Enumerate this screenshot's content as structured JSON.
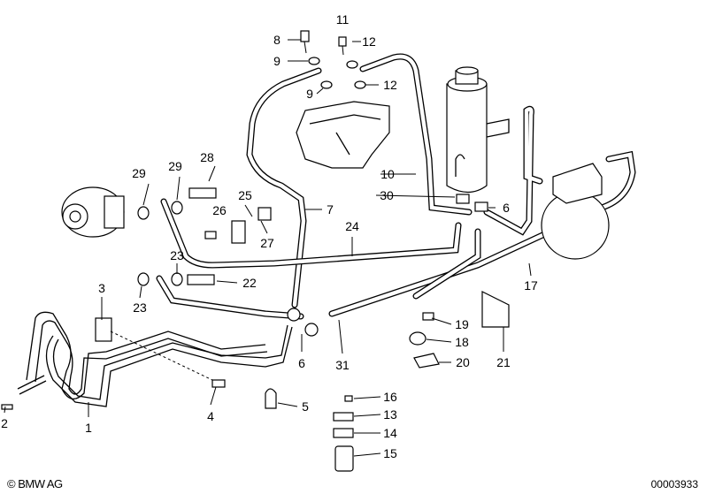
{
  "diagram": {
    "labels": [
      "11",
      "8",
      "12",
      "9",
      "12",
      "9",
      "28",
      "29",
      "29",
      "25",
      "26",
      "10",
      "7",
      "30",
      "6",
      "27",
      "24",
      "23",
      "22",
      "3",
      "23",
      "17",
      "19",
      "18",
      "20",
      "21",
      "6",
      "31",
      "5",
      "16",
      "13",
      "14",
      "15",
      "4",
      "2",
      "1"
    ],
    "copyright": "© BMW AG",
    "image_code": "00003933"
  }
}
